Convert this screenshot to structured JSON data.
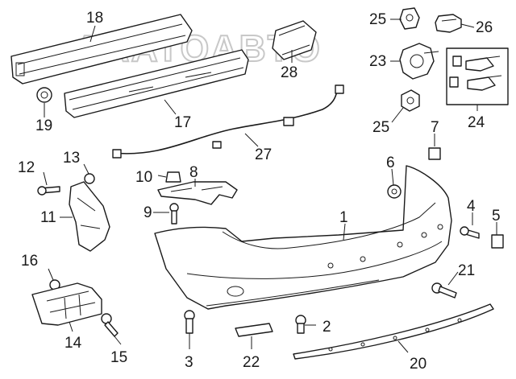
{
  "watermark": "AAATOABTO",
  "callouts": [
    {
      "id": "18",
      "label": "18"
    },
    {
      "id": "17",
      "label": "17"
    },
    {
      "id": "19",
      "label": "19"
    },
    {
      "id": "28",
      "label": "28"
    },
    {
      "id": "25a",
      "label": "25"
    },
    {
      "id": "26",
      "label": "26"
    },
    {
      "id": "23",
      "label": "23"
    },
    {
      "id": "25b",
      "label": "25"
    },
    {
      "id": "24",
      "label": "24"
    },
    {
      "id": "27",
      "label": "27"
    },
    {
      "id": "7",
      "label": "7"
    },
    {
      "id": "12",
      "label": "12"
    },
    {
      "id": "13",
      "label": "13"
    },
    {
      "id": "10",
      "label": "10"
    },
    {
      "id": "8",
      "label": "8"
    },
    {
      "id": "6",
      "label": "6"
    },
    {
      "id": "11",
      "label": "11"
    },
    {
      "id": "9",
      "label": "9"
    },
    {
      "id": "1",
      "label": "1"
    },
    {
      "id": "4",
      "label": "4"
    },
    {
      "id": "5",
      "label": "5"
    },
    {
      "id": "16",
      "label": "16"
    },
    {
      "id": "21",
      "label": "21"
    },
    {
      "id": "14",
      "label": "14"
    },
    {
      "id": "15",
      "label": "15"
    },
    {
      "id": "3",
      "label": "3"
    },
    {
      "id": "22",
      "label": "22"
    },
    {
      "id": "2",
      "label": "2"
    },
    {
      "id": "20",
      "label": "20"
    }
  ]
}
